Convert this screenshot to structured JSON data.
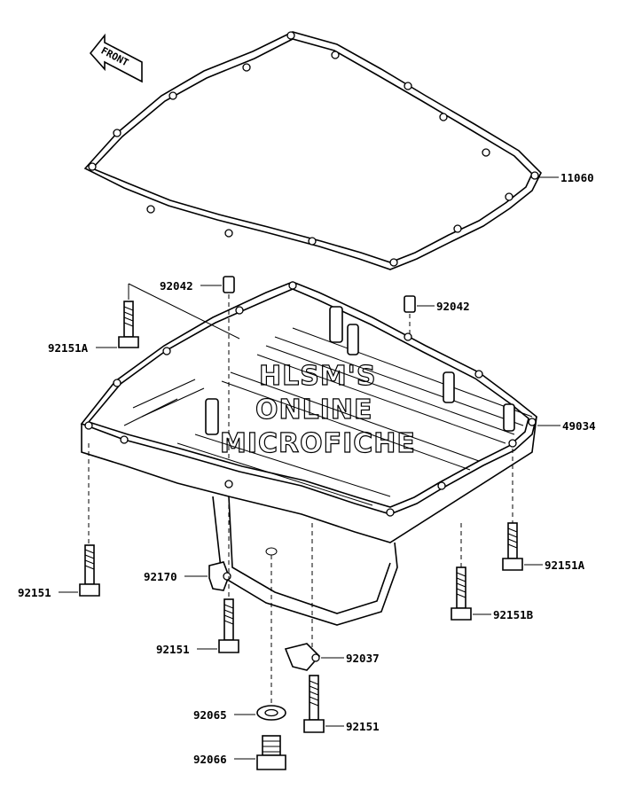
{
  "front_arrow": {
    "text": "FRONT"
  },
  "watermark": {
    "lines": [
      "HLSM'S",
      "ONLINE",
      "MICROFICHE"
    ]
  },
  "callouts": {
    "gasket": "11060",
    "dowel_left": "92042",
    "dowel_right": "92042",
    "bolt_left_upper": "92151A",
    "oil_pan": "49034",
    "bolt_right_a": "92151A",
    "bolt_left_lower": "92151",
    "clamp": "92170",
    "bolt_right_b": "92151B",
    "bolt_center": "92151",
    "clamp_2": "92037",
    "washer": "92065",
    "bolt_bottom": "92151",
    "drain_plug": "92066"
  }
}
